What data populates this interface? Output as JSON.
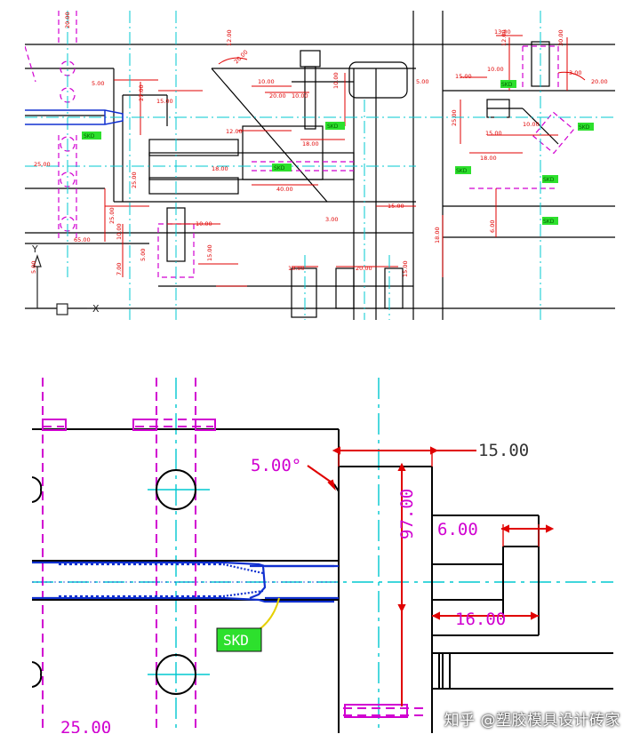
{
  "top": {
    "dims": {
      "d1": "5.00",
      "d2": "15.00",
      "d3": "27.00",
      "d4": "10.00",
      "d5": "20.00",
      "d6": "12.00",
      "d7": "10.00",
      "d8": "18.00",
      "d9": "10.00",
      "d10": "40.00",
      "d11": "12.00",
      "d12": "3.00",
      "d13": "15.00",
      "d14": "25.00",
      "d15": "25.00",
      "d16": "10.00",
      "d17": "65.00",
      "d18": "7.00",
      "d19": "5.00",
      "d20": "10.00",
      "d21": "15.00",
      "d22": "18.00",
      "d23": "20.00",
      "d24": "15.00",
      "d25": "6.00",
      "d26": "13.00",
      "d27": "12.00",
      "d28": "10.00",
      "d29": "30.00",
      "d30": "20.00",
      "d31": "5.00",
      "d32": "15.00",
      "d33": "3.00",
      "d34": "25.00",
      "d35": "18.00",
      "d36": "10.00",
      "d37": "15.00",
      "d38": "18.00",
      "d39": "6.00",
      "d40": "18.00",
      "d41": "25.00",
      "d42": "5.00",
      "d43": "20.00",
      "d44": "20.00"
    },
    "axis_y": "Y",
    "axis_x": "X",
    "green_tags": [
      "SKD",
      "SKD",
      "SKD",
      "SKD",
      "SKD",
      "SKD",
      "SKD",
      "SKD"
    ]
  },
  "bottom": {
    "dims": {
      "angle": "5.00°",
      "top_len": "15.00",
      "vertical": "97.00",
      "small": "6.00",
      "mid": "16.00",
      "bottom_len": "25.00"
    },
    "tag": "SKD"
  },
  "watermark": "知乎 @塑胶模具设计砖家"
}
